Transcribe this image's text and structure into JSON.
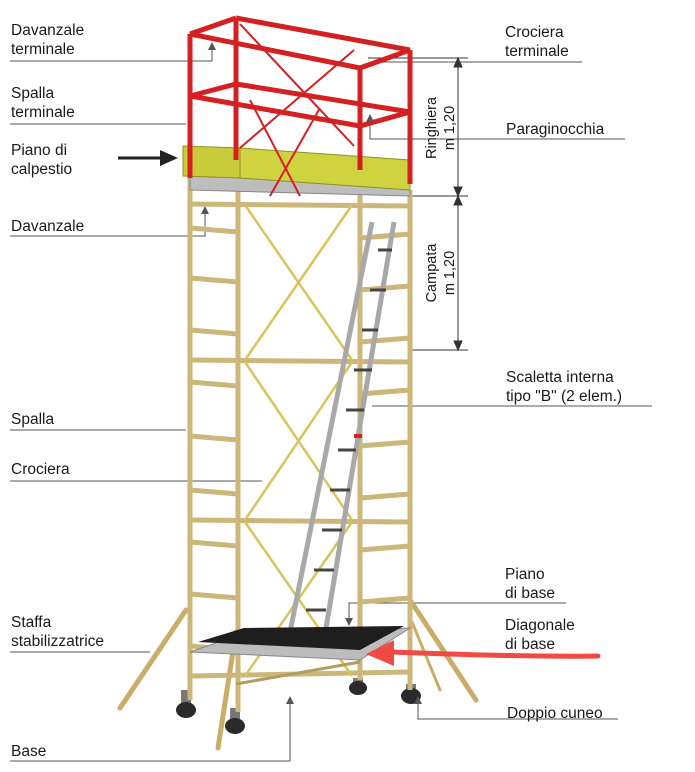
{
  "labels": {
    "davanzale_terminale": "Davanzale\nterminale",
    "spalla_terminale": "Spalla\nterminale",
    "piano_calpestio": "Piano di\ncalpestio",
    "davanzale": "Davanzale",
    "spalla": "Spalla",
    "crociera": "Crociera",
    "staffa": "Staffa\nstabilizzatrice",
    "base": "Base",
    "crociera_terminale": "Crociera\nterminale",
    "paraginocchia": "Paraginocchia",
    "scaletta": "Scaletta interna\ntipo \"B\" (2 elem.)",
    "piano_base": "Piano\ndi base",
    "diagonale_base": "Diagonale\ndi base",
    "doppio_cuneo": "Doppio cuneo"
  },
  "dimensions": {
    "ringhiera_name": "Ringhiera",
    "ringhiera_value": "m 1,20",
    "campata_name": "Campata",
    "campata_value": "m 1,20"
  },
  "colors": {
    "frame": "#d8c590",
    "frame_dark": "#b39d5e",
    "guardrail": "#d42020",
    "toeboard": "#c8cc3a",
    "ladder": "#c8c8c8",
    "platform": "#1e1e1e",
    "highlight_arrow": "#f04a45"
  }
}
